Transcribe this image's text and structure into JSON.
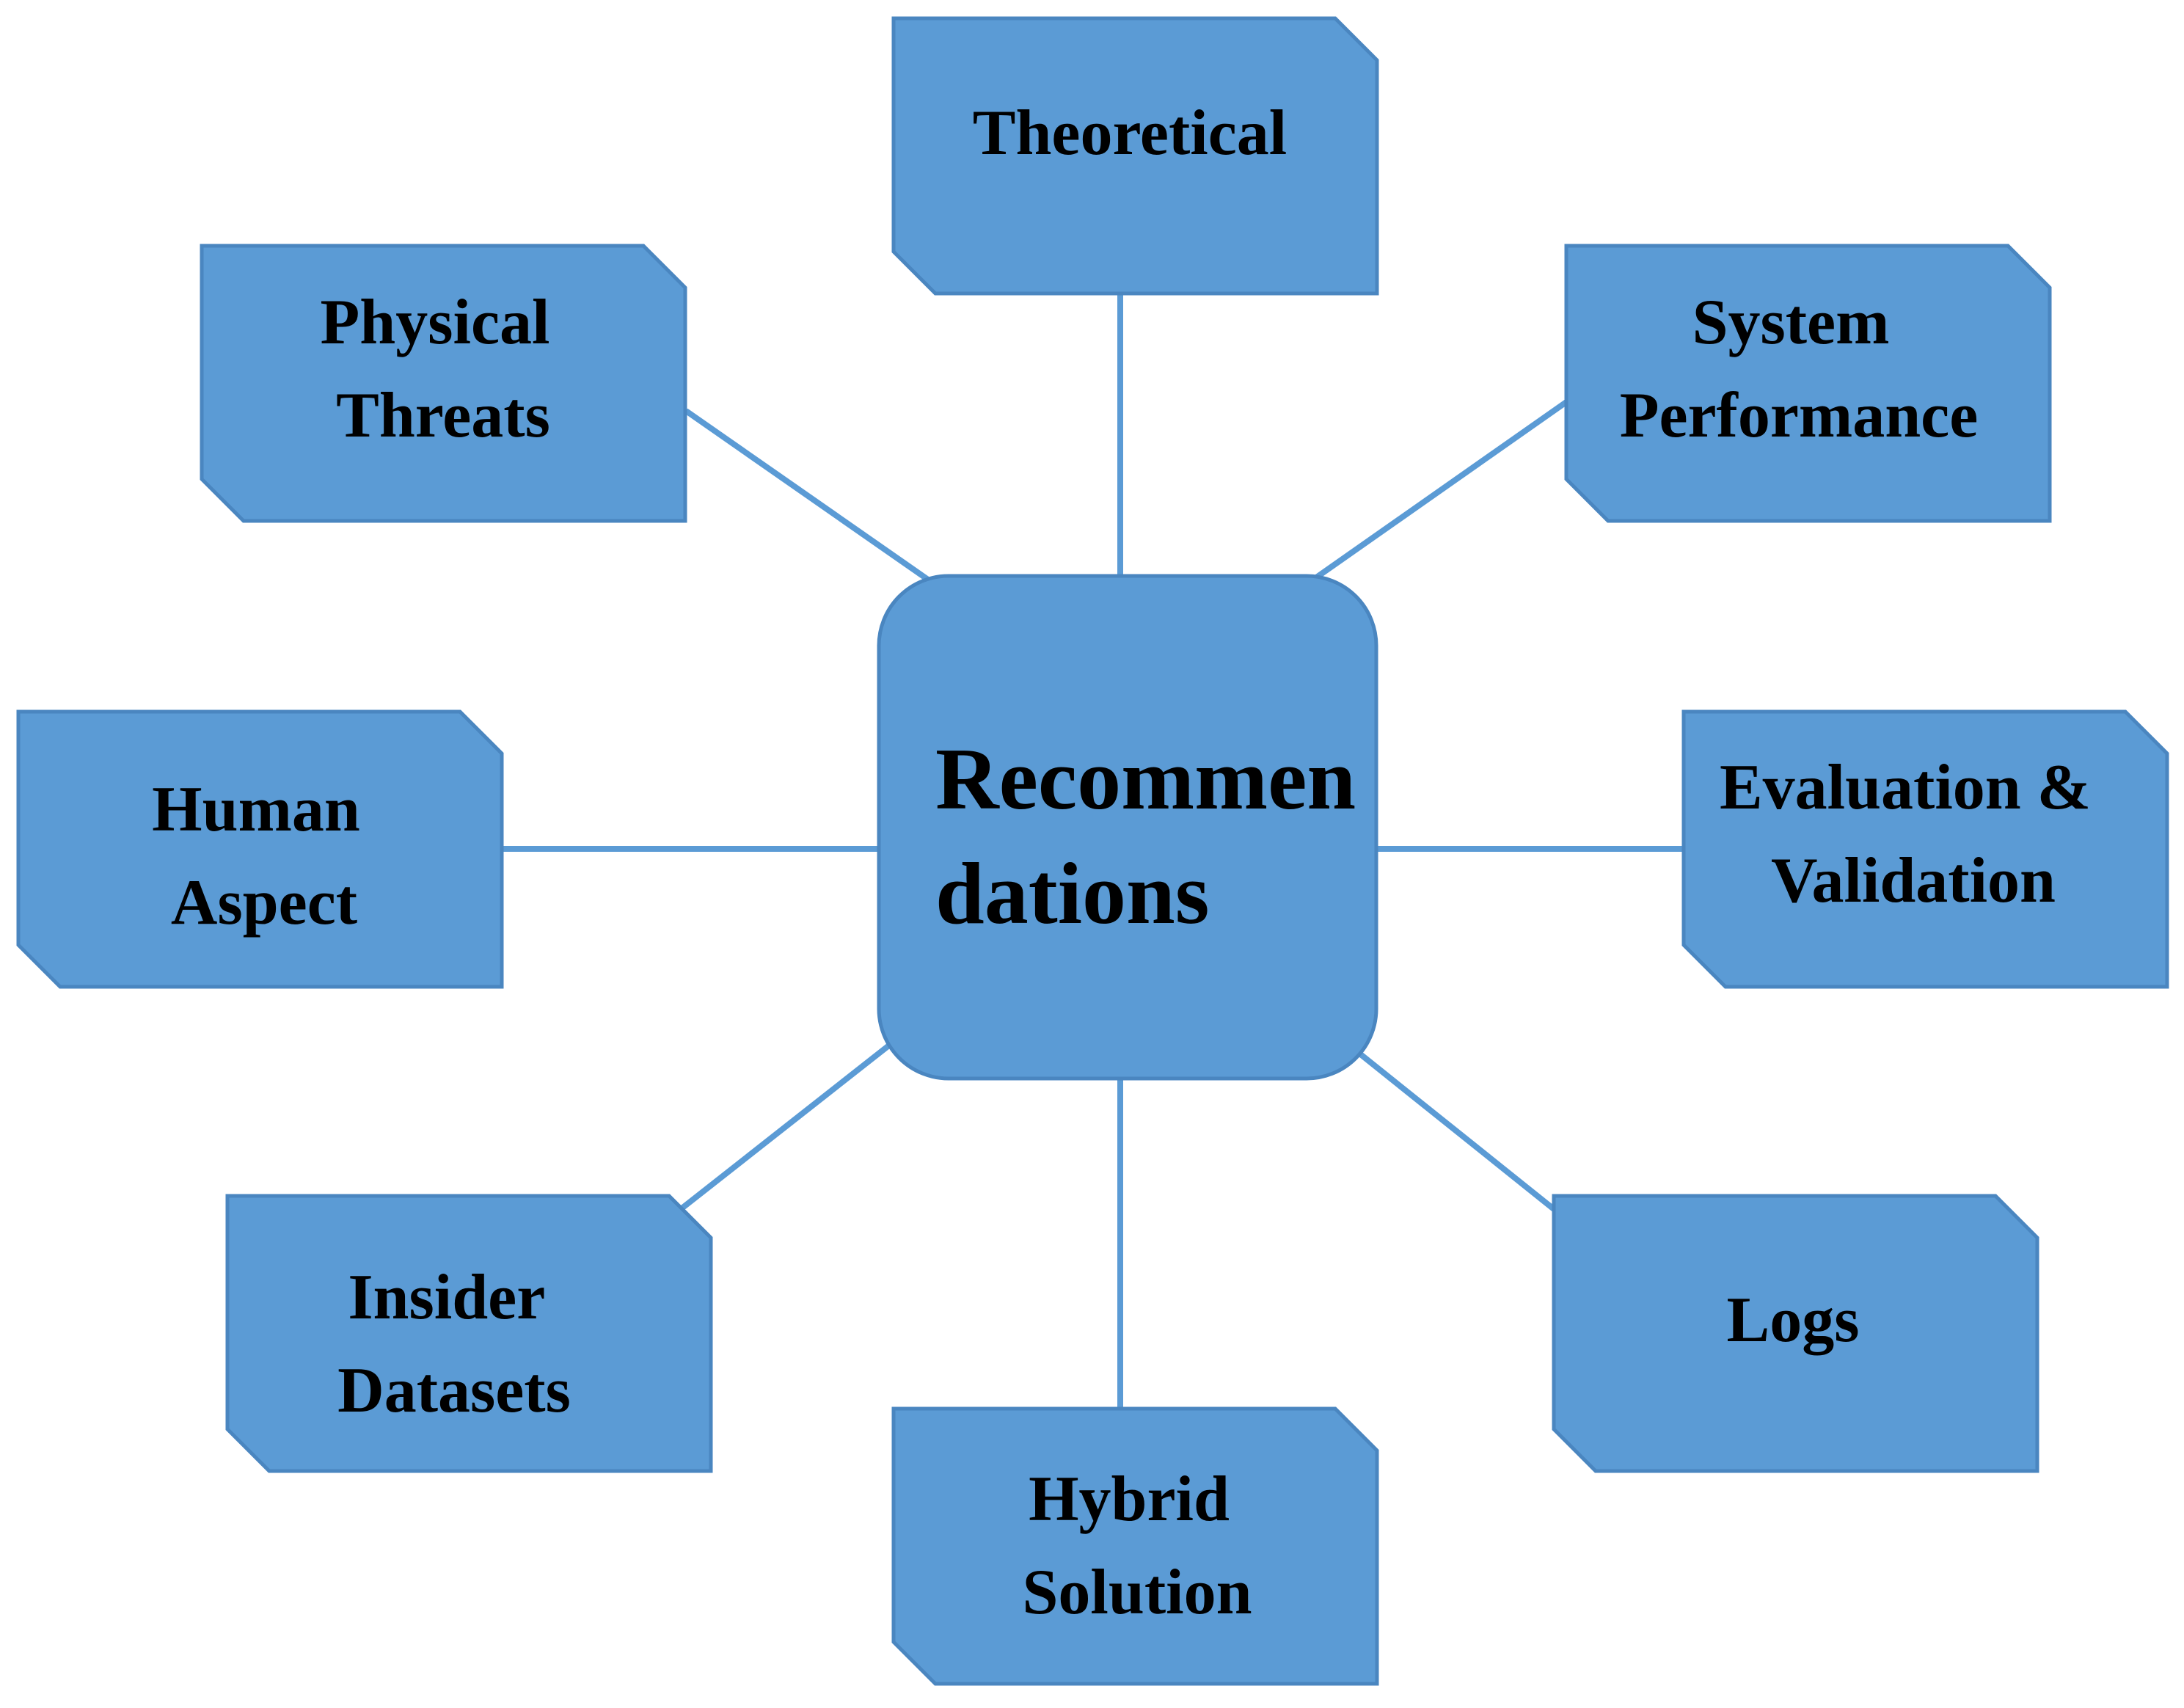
{
  "colors": {
    "box_fill": "#5b9bd5",
    "box_border": "#4a86c0",
    "connector": "#5b9bd5",
    "text": "#000000",
    "background": "#ffffff"
  },
  "hub": {
    "lines": [
      "Recommen",
      "dations"
    ]
  },
  "nodes": [
    {
      "id": "theoretical",
      "lines": [
        "Theoretical"
      ]
    },
    {
      "id": "physical-threats",
      "lines": [
        "Physical",
        "Threats"
      ]
    },
    {
      "id": "system-performance",
      "lines": [
        "System",
        "Performance"
      ]
    },
    {
      "id": "human-aspect",
      "lines": [
        "Human",
        "Aspect"
      ]
    },
    {
      "id": "evaluation-validation",
      "lines": [
        "Evaluation &",
        "Validation"
      ]
    },
    {
      "id": "insider-datasets",
      "lines": [
        "Insider",
        "Datasets"
      ]
    },
    {
      "id": "logs",
      "lines": [
        "Logs"
      ]
    },
    {
      "id": "hybrid-solution",
      "lines": [
        "Hybrid",
        "Solution"
      ]
    }
  ]
}
